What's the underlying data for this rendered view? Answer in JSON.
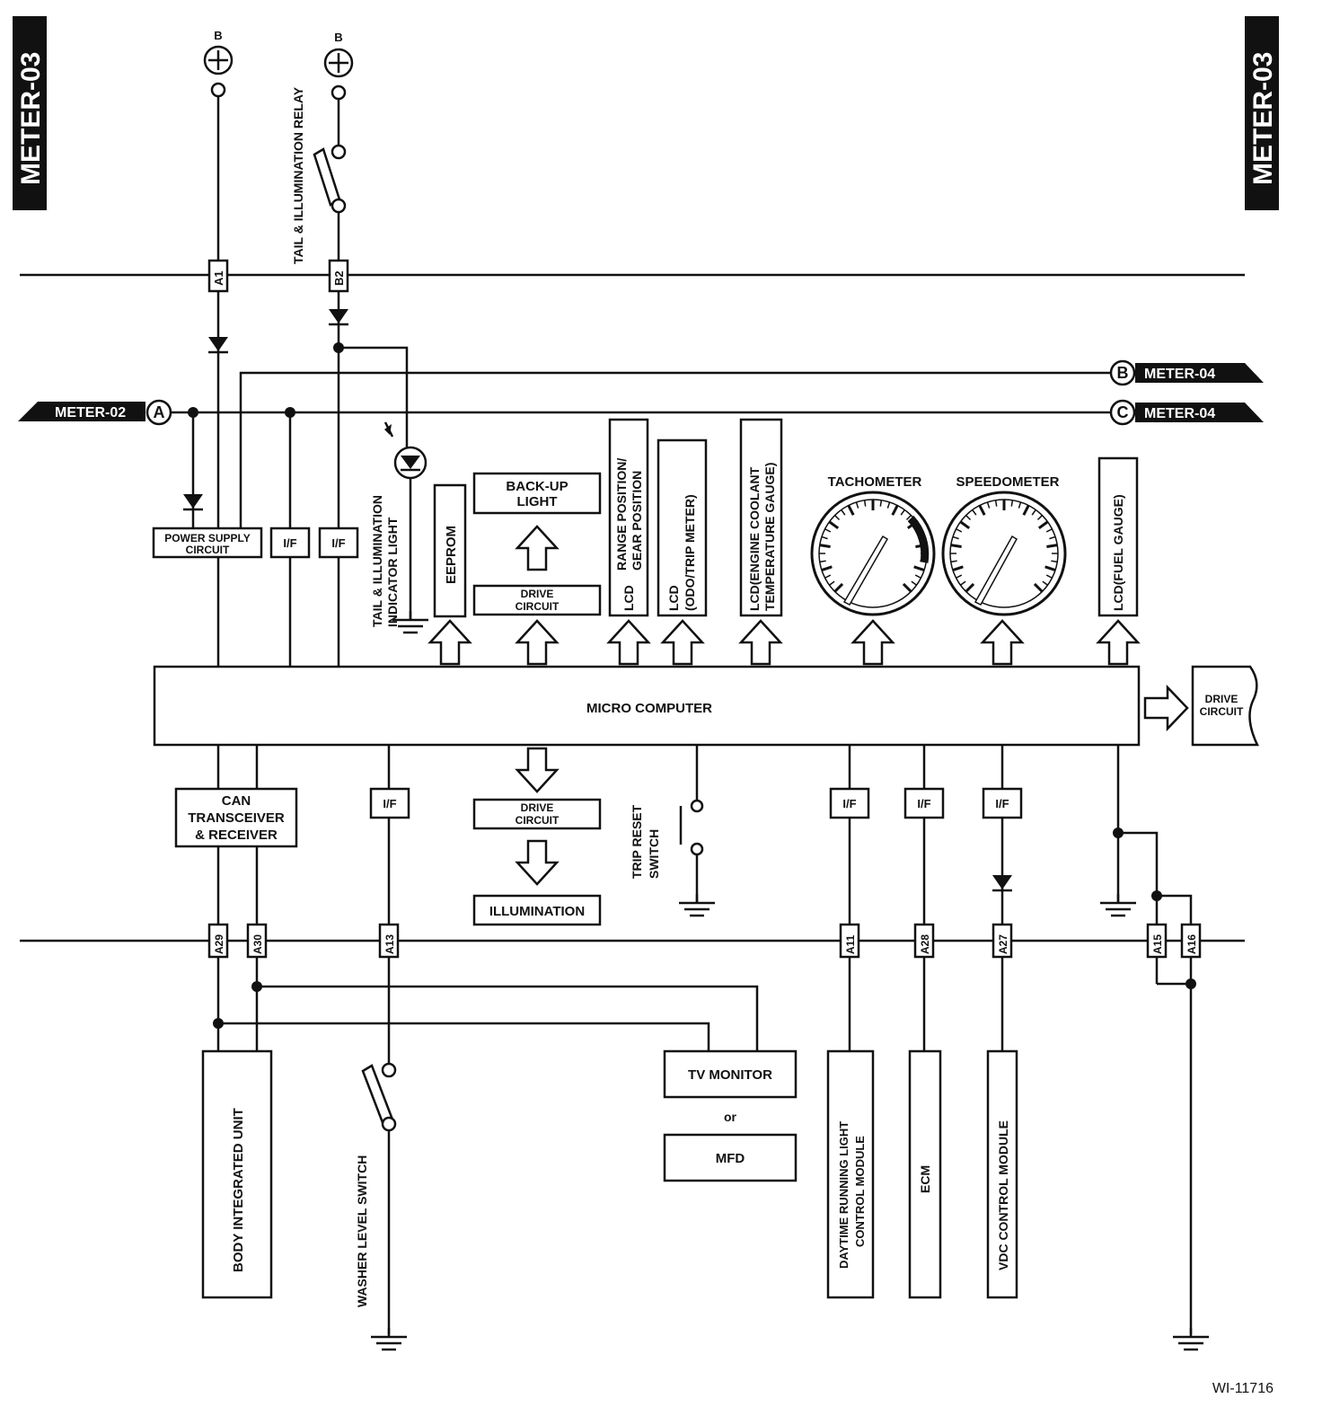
{
  "page_labels": {
    "meter03": "METER-03",
    "meter02": "METER-02",
    "meter04": "METER-04",
    "conn_a": "A",
    "conn_b": "B",
    "conn_c": "C",
    "battery": "B",
    "figure_id": "WI-11716"
  },
  "connectors": {
    "a1": "A1",
    "b2": "B2",
    "a29": "A29",
    "a30": "A30",
    "a13": "A13",
    "a11": "A11",
    "a28": "A28",
    "a27": "A27",
    "a15": "A15",
    "a16": "A16"
  },
  "blocks": {
    "tail_relay": "TAIL & ILLUMINATION RELAY",
    "tail_indicator_1": "TAIL & ILLUMINATION",
    "tail_indicator_2": "INDICATOR LIGHT",
    "power_supply_1": "POWER SUPPLY",
    "power_supply_2": "CIRCUIT",
    "if": "I/F",
    "eeprom": "EEPROM",
    "backup_1": "BACK-UP",
    "backup_2": "LIGHT",
    "drive_1": "DRIVE",
    "drive_2": "CIRCUIT",
    "lcd_range_prefix": "LCD",
    "lcd_range_1": "RANGE POSITION/",
    "lcd_range_2": "GEAR POSITION",
    "lcd_odo_1": "LCD",
    "lcd_odo_2": "(ODO/TRIP METER)",
    "lcd_coolant_1": "LCD(ENGINE COOLANT",
    "lcd_coolant_2": "TEMPERATURE GAUGE)",
    "tachometer": "TACHOMETER",
    "speedometer": "SPEEDOMETER",
    "lcd_fuel": "LCD(FUEL GAUGE)",
    "micro_computer": "MICRO COMPUTER",
    "can_1": "CAN",
    "can_2": "TRANSCEIVER",
    "can_3": "& RECEIVER",
    "illumination": "ILLUMINATION",
    "trip_reset_1": "TRIP RESET",
    "trip_reset_2": "SWITCH",
    "tv_monitor": "TV MONITOR",
    "or": "or",
    "mfd": "MFD",
    "body_unit": "BODY INTEGRATED UNIT",
    "washer_switch": "WASHER LEVEL SWITCH",
    "drl_1": "DAYTIME RUNNING LIGHT",
    "drl_2": "CONTROL MODULE",
    "ecm": "ECM",
    "vdc": "VDC CONTROL MODULE"
  }
}
